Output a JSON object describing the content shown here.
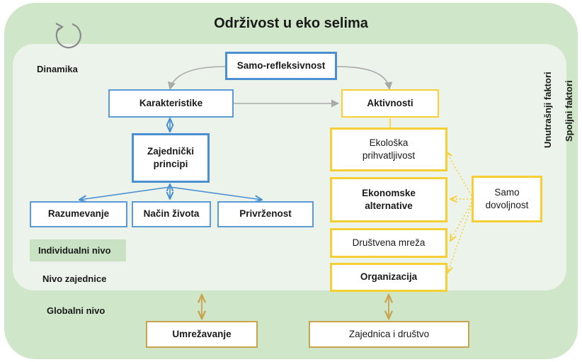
{
  "title": "Održivost u eko selima",
  "labels": {
    "dinamika": "Dinamika",
    "individualni": "Individualni nivo",
    "zajednica": "Nivo zajednice",
    "globalni": "Globalni nivo",
    "unutrasnji": "Unutrašnji faktori",
    "spoljni": "Spoljni faktori"
  },
  "nodes": {
    "samo_refleksivnost": "Samo-refleksivnost",
    "karakteristike": "Karakteristike",
    "aktivnosti": "Aktivnosti",
    "zajednicki_principi": "Zajednički principi",
    "razumevanje": "Razumevanje",
    "nacin_zivota": "Način života",
    "privrzenost": "Privrženost",
    "ekoloska": "Ekološka prihvatljivost",
    "ekonomske": "Ekonomske alternative",
    "drustvena_mreza": "Društvena mreža",
    "organizacija": "Organizacija",
    "samo_dovoljnost": "Samo dovoljnost",
    "umrezavanje": "Umrežavanje",
    "zajednica_drustvo": "Zajednica i društvo"
  },
  "colors": {
    "outer_bg": "#cfe6c9",
    "inner_bg": "#ecf3ea",
    "blue": "#4a8fd2",
    "yellow": "#f6cf36",
    "tan": "#c9a44e",
    "gray_arrow": "#a9a9a9"
  },
  "icons": {
    "dynamics": "circular-arrow-icon"
  }
}
